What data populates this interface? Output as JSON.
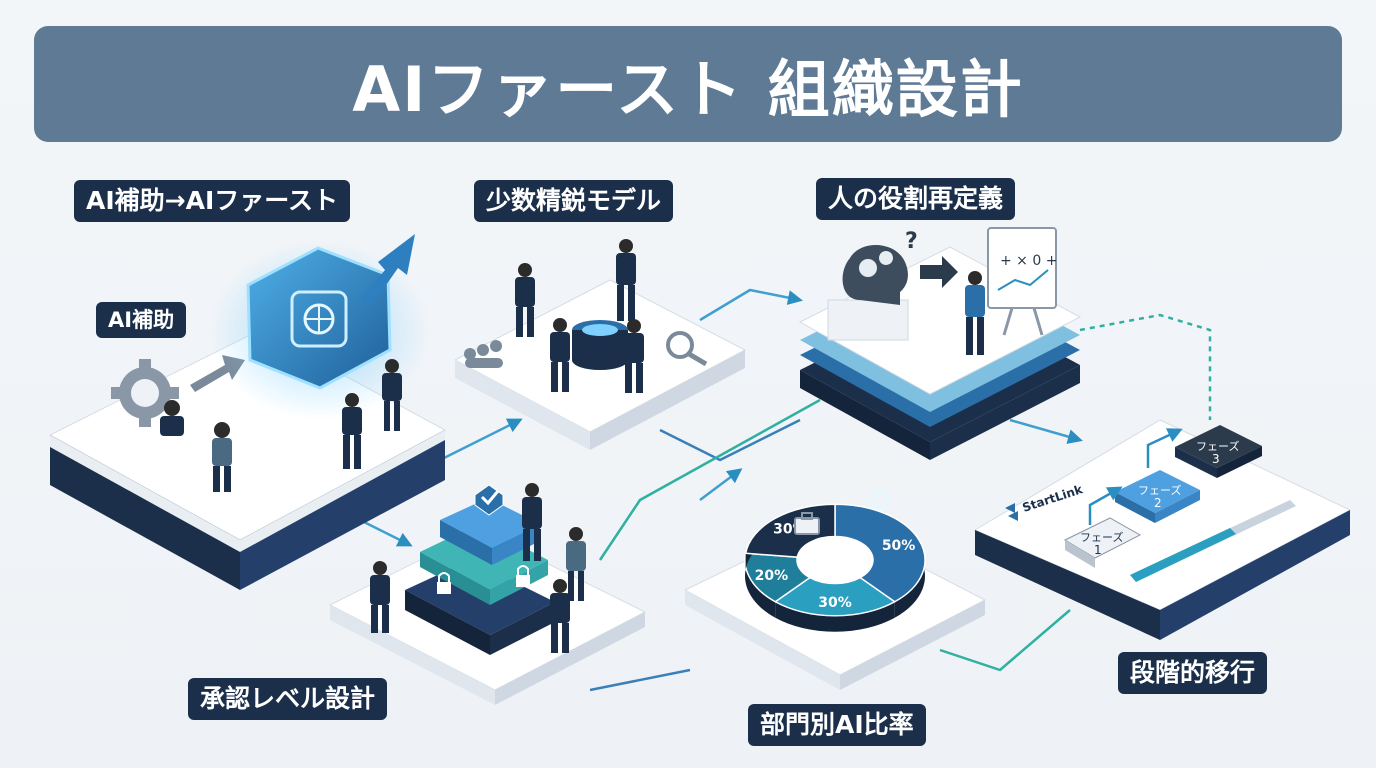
{
  "title": "AIファースト 組織設計",
  "labels": {
    "ai_assist_to_first": "AI補助→AIファースト",
    "ai_assist": "AI補助",
    "small_elite": "少数精鋭モデル",
    "role_redefine": "人の役割再定義",
    "approval_levels": "承認レベル設計",
    "dept_ai_ratio": "部門別AI比率",
    "phased_migration": "段階的移行"
  },
  "donut": {
    "segments": [
      {
        "label": "50%",
        "value": 50,
        "color": "#2b6fa8"
      },
      {
        "label": "30%",
        "value": 30,
        "color": "#2a9fc0"
      },
      {
        "label": "20%",
        "value": 20,
        "color": "#1f7f9a"
      },
      {
        "label": "30%",
        "value": 30,
        "color": "#1b2f4b"
      }
    ]
  },
  "phases": [
    {
      "name": "フェーズ",
      "num": "1"
    },
    {
      "name": "フェーズ",
      "num": "2"
    },
    {
      "name": "フェーズ",
      "num": "3"
    }
  ],
  "brand": "StartLink",
  "whiteboard": {
    "q": "?",
    "symbols": "+ ×  0 +"
  },
  "colors": {
    "navy": "#1b2f4b",
    "blue": "#2b6fa8",
    "teal": "#2a9fc0",
    "banner": "#5f7a95"
  }
}
